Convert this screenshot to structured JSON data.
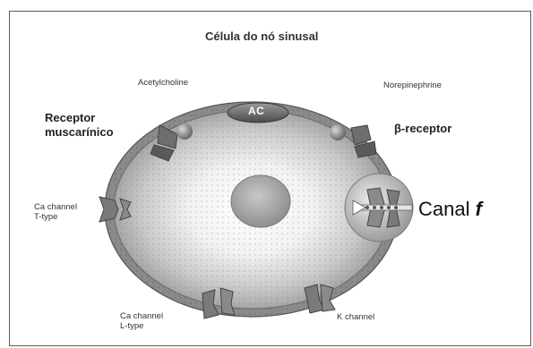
{
  "title": "Célula do nó sinusal",
  "labels": {
    "acetylcholine": "Acetylcholine",
    "norepinephrine": "Norepinephrine",
    "receptor_muscarinico_line1": "Receptor",
    "receptor_muscarinico_line2": "muscarínico",
    "beta_receptor": "β-receptor",
    "ac": "AC",
    "ca_t_line1": "Ca channel",
    "ca_t_line2": "T-type",
    "ca_l_line1": "Ca channel",
    "ca_l_line2": "L-type",
    "k_channel": "K channel",
    "canal_f_word": "Canal",
    "canal_f_letter": "f"
  },
  "colors": {
    "membrane": "#8a8a8a",
    "membrane_dark": "#555555",
    "cytoplasm_light": "#f4f4f4",
    "nucleus": "#a8a8a8",
    "receptor": "#6e6e6e",
    "enzyme": "#5f5f5f"
  }
}
